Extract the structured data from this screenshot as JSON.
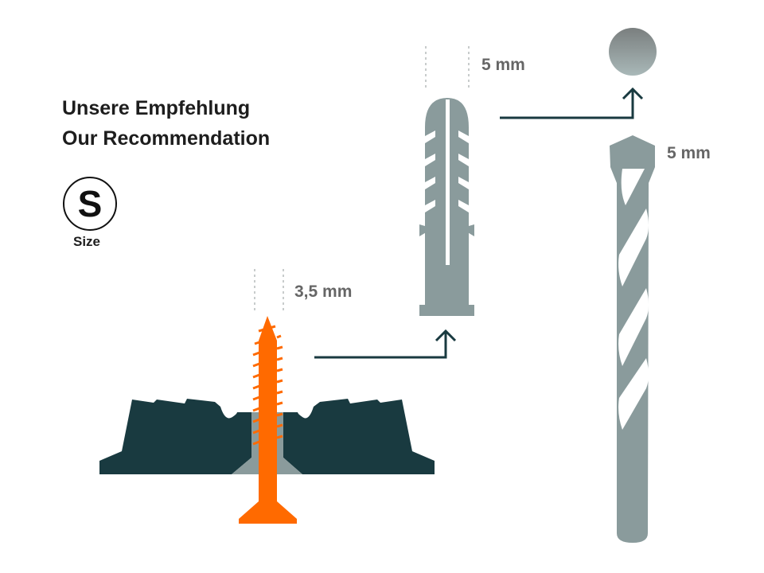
{
  "heading": {
    "line1": "Unsere Empfehlung",
    "line2": "Our Recommendation"
  },
  "size_badge": {
    "letter": "S",
    "label": "Size"
  },
  "dimensions": {
    "screw": "3,5 mm",
    "dowel": "5 mm",
    "drill": "5 mm"
  },
  "colors": {
    "wall": "#193a40",
    "screw": "#ff6a00",
    "metal": "#8a9b9c",
    "arrow": "#193a40",
    "dim_text": "#666666"
  }
}
